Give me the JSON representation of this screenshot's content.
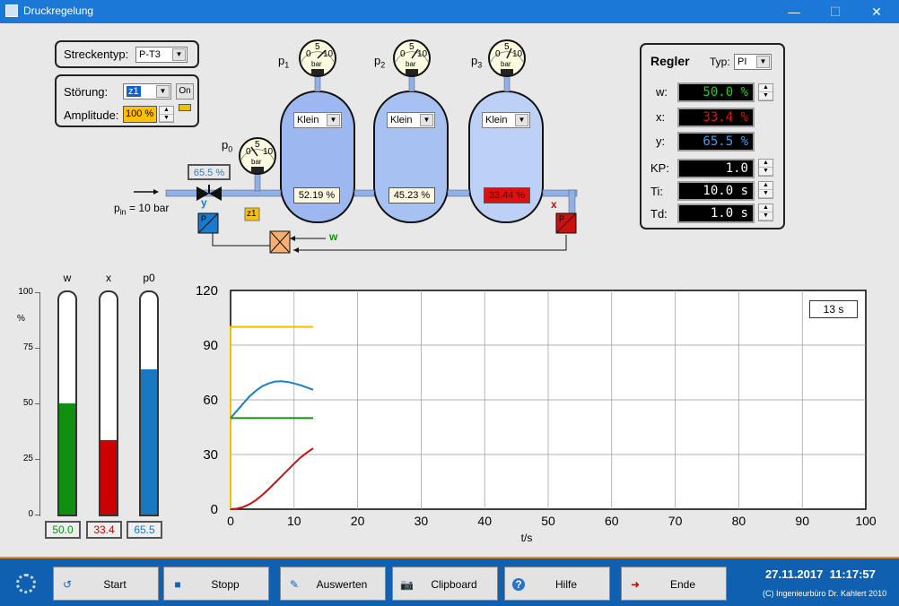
{
  "window": {
    "title": "Druckregelung",
    "minimize": "—",
    "maximize": "☐",
    "close": "✕"
  },
  "plant": {
    "streckentyp_label": "Streckentyp:",
    "streckentyp_value": "P-T3",
    "stoerung_label": "Störung:",
    "stoerung_value": "z1",
    "on_label": "On",
    "amplitude_label": "Amplitude:",
    "amplitude_value": "100 %",
    "y_display": "65.5 %",
    "y_label": "y",
    "x_label": "x",
    "w_label": "w",
    "z1_label": "z1",
    "p_block_label": "P",
    "pin_label": "p",
    "pin_sub": "in",
    "pin_value": "= 10 bar",
    "gauges": [
      {
        "label": "p",
        "sub": "0"
      },
      {
        "label": "p",
        "sub": "1"
      },
      {
        "label": "p",
        "sub": "2"
      },
      {
        "label": "p",
        "sub": "3"
      }
    ],
    "gauge_unit": "bar",
    "gauge_ticks": [
      "0",
      "5",
      "10"
    ],
    "tanks": [
      {
        "size": "Klein",
        "level": "52.19 %",
        "color": "#9db8f0"
      },
      {
        "size": "Klein",
        "level": "45.23 %",
        "color": "#a8c1f3"
      },
      {
        "size": "Klein",
        "level": "33.44 %",
        "color": "#bdd0f6"
      }
    ]
  },
  "controller": {
    "title": "Regler",
    "typ_label": "Typ:",
    "typ_value": "PI",
    "w_label": "w:",
    "w_value": "50.0 %",
    "x_label": "x:",
    "x_value": "33.4 %",
    "y_label": "y:",
    "y_value": "65.5 %",
    "kp_label": "KP:",
    "kp_value": "1.0",
    "ti_label": "Ti:",
    "ti_value": "10.0 s",
    "td_label": "Td:",
    "td_value": "1.0 s",
    "colors": {
      "w": "#22cc22",
      "x": "#e01010",
      "y": "#3aa0ff",
      "param": "#ffffff"
    }
  },
  "bars": {
    "unit": "%",
    "ticks": [
      "100",
      "75",
      "50",
      "25",
      "0"
    ],
    "items": [
      {
        "name": "w",
        "value": "50.0",
        "fill": 0.5,
        "color": "#109010"
      },
      {
        "name": "x",
        "value": "33.4",
        "fill": 0.334,
        "color": "#cc0000"
      },
      {
        "name": "p0",
        "value": "65.5",
        "fill": 0.655,
        "color": "#1878c0"
      }
    ]
  },
  "chart_data": {
    "type": "line",
    "xlabel": "t/s",
    "ylabel": "",
    "xlim": [
      0,
      100
    ],
    "ylim": [
      0,
      120
    ],
    "x_ticks": [
      "0",
      "10",
      "20",
      "30",
      "40",
      "50",
      "60",
      "70",
      "80",
      "90",
      "100"
    ],
    "y_ticks": [
      "0",
      "30",
      "60",
      "90",
      "120"
    ],
    "time_display": "13 s",
    "grid": true,
    "series": [
      {
        "color": "#f0c000",
        "points": [
          [
            0,
            0
          ],
          [
            0,
            100
          ],
          [
            13,
            100
          ]
        ]
      },
      {
        "color": "#109010",
        "points": [
          [
            0,
            50
          ],
          [
            13,
            50
          ]
        ]
      },
      {
        "color": "#1a80c8",
        "points": [
          [
            0,
            50
          ],
          [
            1,
            54
          ],
          [
            2,
            58
          ],
          [
            3,
            62
          ],
          [
            4,
            65
          ],
          [
            5,
            67.5
          ],
          [
            6,
            69
          ],
          [
            7,
            70
          ],
          [
            8,
            70.2
          ],
          [
            9,
            69.8
          ],
          [
            10,
            69
          ],
          [
            11,
            68
          ],
          [
            12,
            66.8
          ],
          [
            13,
            65.5
          ]
        ]
      },
      {
        "color": "#cc1010",
        "points": [
          [
            0,
            0
          ],
          [
            1,
            0.3
          ],
          [
            2,
            1.2
          ],
          [
            3,
            2.8
          ],
          [
            4,
            5
          ],
          [
            5,
            7.8
          ],
          [
            6,
            11
          ],
          [
            7,
            14.5
          ],
          [
            8,
            18
          ],
          [
            9,
            21.5
          ],
          [
            10,
            25
          ],
          [
            11,
            28.3
          ],
          [
            12,
            31
          ],
          [
            13,
            33.4
          ]
        ]
      }
    ]
  },
  "toolbar": {
    "buttons": [
      {
        "name": "start-button",
        "label": "Start",
        "icon": "↺"
      },
      {
        "name": "stopp-button",
        "label": "Stopp",
        "icon": "■"
      },
      {
        "name": "auswerten-button",
        "label": "Auswerten",
        "icon": "✎"
      },
      {
        "name": "clipboard-button",
        "label": "Clipboard",
        "icon": "📷"
      },
      {
        "name": "hilfe-button",
        "label": "Hilfe",
        "icon": "?"
      },
      {
        "name": "ende-button",
        "label": "Ende",
        "icon": "➜"
      }
    ],
    "datetime": "27.11.2017  11:17:57",
    "copyright": "(C) Ingenieurbüro Dr. Kahlert 2010"
  }
}
